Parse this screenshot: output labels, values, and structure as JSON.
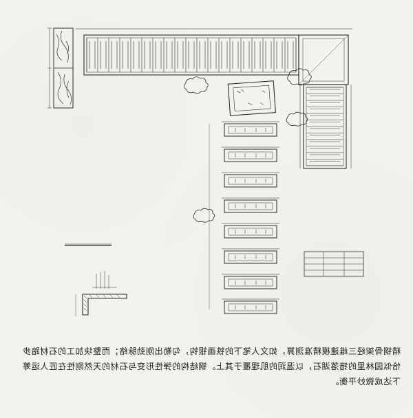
{
  "caption": {
    "mirrored": true,
    "lines": [
      "精钢骨架经三维建模精准测算，如文人笔下的铁画银钩，勾勒出刚劲脉络；而整块加工的石材踏步",
      "恰似园林里的错落湖石，以温润的肌理覆于其上。钢结构的弹性形变与石材的天然刚性在匠人运筹",
      "下达成微妙平衡。"
    ]
  },
  "drawing": {
    "title_small": "",
    "cloud_labels": [
      "",
      "",
      ""
    ]
  },
  "colors": {
    "line": "#2b2b2b",
    "paper": "#f2f2ee",
    "text": "#222222"
  }
}
